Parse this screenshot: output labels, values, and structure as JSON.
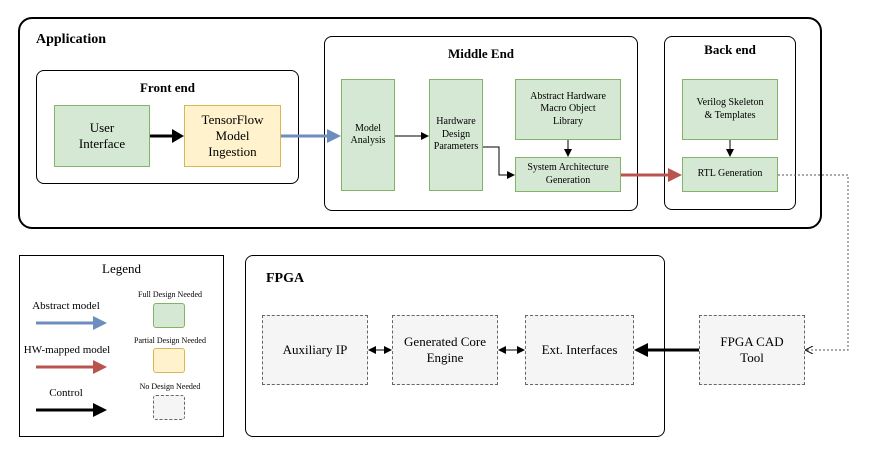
{
  "application": {
    "title": "Application"
  },
  "front_end": {
    "title": "Front end",
    "user_interface": "User\nInterface",
    "tensorflow": "TensorFlow\nModel\nIngestion"
  },
  "middle_end": {
    "title": "Middle End",
    "model_analysis": "Model\nAnalysis",
    "hw_design_params": "Hardware\nDesign\nParameters",
    "abstract_hw_library": "Abstract Hardware\nMacro Object\nLibrary",
    "system_arch_gen": "System Architecture\nGeneration"
  },
  "back_end": {
    "title": "Back end",
    "verilog_skeleton": "Verilog Skeleton\n& Templates",
    "rtl_generation": "RTL Generation"
  },
  "fpga": {
    "title": "FPGA",
    "auxiliary_ip": "Auxiliary IP",
    "generated_core": "Generated Core\nEngine",
    "ext_interfaces": "Ext. Interfaces",
    "cad_tool": "FPGA CAD\nTool"
  },
  "legend": {
    "title": "Legend",
    "abstract_model": "Abstract model",
    "hw_mapped_model": "HW-mapped model",
    "control": "Control",
    "full_design": "Full Design Needed",
    "partial_design": "Partial Design Needed",
    "no_design": "No Design Needed"
  },
  "colors": {
    "abstract_arrow": "#6c8ebf",
    "hw_mapped_arrow": "#b85450",
    "control_arrow": "#000000",
    "full_fill": "#d5e8d4",
    "partial_fill": "#fff2cc",
    "none_fill": "#f5f5f5"
  }
}
